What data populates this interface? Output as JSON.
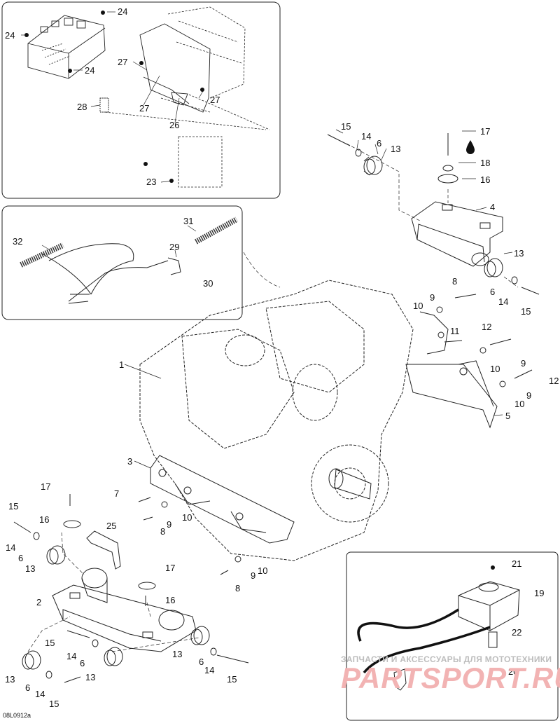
{
  "diagram_code": "08L0912a",
  "watermark": {
    "tagline": "ЗАПЧАСТИ И АКСЕССУАРЫ ДЛЯ МОТОТЕХНИКИ",
    "brand": "PARTSPORT.RU"
  },
  "callouts": [
    {
      "id": "c24a",
      "text": "24"
    },
    {
      "id": "c24b",
      "text": "24"
    },
    {
      "id": "c24c",
      "text": "24"
    },
    {
      "id": "c27a",
      "text": "27"
    },
    {
      "id": "c27b",
      "text": "27"
    },
    {
      "id": "c27c",
      "text": "27"
    },
    {
      "id": "c28",
      "text": "28"
    },
    {
      "id": "c26",
      "text": "26"
    },
    {
      "id": "c23",
      "text": "23"
    },
    {
      "id": "c15a",
      "text": "15"
    },
    {
      "id": "c14a",
      "text": "14"
    },
    {
      "id": "c6a",
      "text": "6"
    },
    {
      "id": "c13a",
      "text": "13"
    },
    {
      "id": "c17a",
      "text": "17"
    },
    {
      "id": "c18",
      "text": "18"
    },
    {
      "id": "c16a",
      "text": "16"
    },
    {
      "id": "c4",
      "text": "4"
    },
    {
      "id": "c13b",
      "text": "13"
    },
    {
      "id": "c6b",
      "text": "6"
    },
    {
      "id": "c14b",
      "text": "14"
    },
    {
      "id": "c15b",
      "text": "15"
    },
    {
      "id": "c31",
      "text": "31"
    },
    {
      "id": "c32",
      "text": "32"
    },
    {
      "id": "c29",
      "text": "29"
    },
    {
      "id": "c30",
      "text": "30"
    },
    {
      "id": "c8a",
      "text": "8"
    },
    {
      "id": "c9a",
      "text": "9"
    },
    {
      "id": "c10a",
      "text": "10"
    },
    {
      "id": "c11",
      "text": "11"
    },
    {
      "id": "c12a",
      "text": "12"
    },
    {
      "id": "c10b",
      "text": "10"
    },
    {
      "id": "c9b",
      "text": "9"
    },
    {
      "id": "c12b",
      "text": "12"
    },
    {
      "id": "c9c",
      "text": "9"
    },
    {
      "id": "c10c",
      "text": "10"
    },
    {
      "id": "c5",
      "text": "5"
    },
    {
      "id": "c1",
      "text": "1"
    },
    {
      "id": "c3",
      "text": "3"
    },
    {
      "id": "c7",
      "text": "7"
    },
    {
      "id": "c10d",
      "text": "10"
    },
    {
      "id": "c9d",
      "text": "9"
    },
    {
      "id": "c8b",
      "text": "8"
    },
    {
      "id": "c17b",
      "text": "17"
    },
    {
      "id": "c15c",
      "text": "15"
    },
    {
      "id": "c16b",
      "text": "16"
    },
    {
      "id": "c25",
      "text": "25"
    },
    {
      "id": "c14c",
      "text": "14"
    },
    {
      "id": "c6c",
      "text": "6"
    },
    {
      "id": "c13c",
      "text": "13"
    },
    {
      "id": "c17c",
      "text": "17"
    },
    {
      "id": "c9e",
      "text": "9"
    },
    {
      "id": "c10e",
      "text": "10"
    },
    {
      "id": "c8c",
      "text": "8"
    },
    {
      "id": "c2",
      "text": "2"
    },
    {
      "id": "c16c",
      "text": "16"
    },
    {
      "id": "c15d",
      "text": "15"
    },
    {
      "id": "c14d",
      "text": "14"
    },
    {
      "id": "c6d",
      "text": "6"
    },
    {
      "id": "c13d",
      "text": "13"
    },
    {
      "id": "c13e",
      "text": "13"
    },
    {
      "id": "c13f",
      "text": "13"
    },
    {
      "id": "c6e",
      "text": "6"
    },
    {
      "id": "c14e",
      "text": "14"
    },
    {
      "id": "c15e",
      "text": "15"
    },
    {
      "id": "c13g",
      "text": "13"
    },
    {
      "id": "c6f",
      "text": "6"
    },
    {
      "id": "c14f",
      "text": "14"
    },
    {
      "id": "c15f",
      "text": "15"
    },
    {
      "id": "c21",
      "text": "21"
    },
    {
      "id": "c19",
      "text": "19"
    },
    {
      "id": "c22",
      "text": "22"
    },
    {
      "id": "c20",
      "text": "20"
    }
  ]
}
